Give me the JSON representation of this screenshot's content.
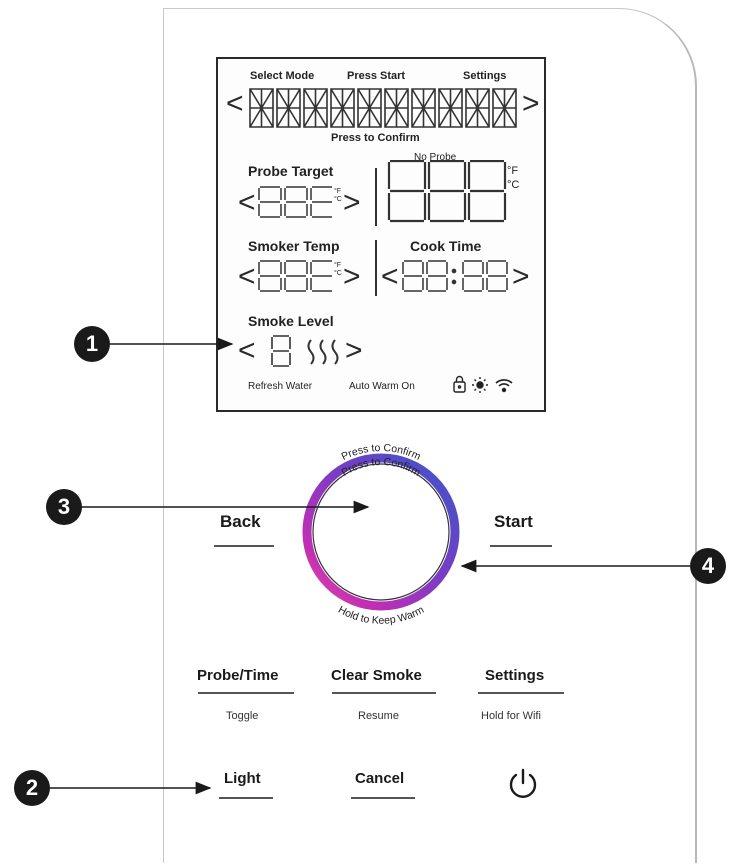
{
  "lcd": {
    "top_labels": [
      "Select Mode",
      "Press Start",
      "Settings"
    ],
    "press_to_confirm": "Press to Confirm",
    "no_probe": "No Probe",
    "unit_f": "°F",
    "unit_c": "°C",
    "probe_target": "Probe Target",
    "smoker_temp": "Smoker Temp",
    "cook_time": "Cook Time",
    "smoke_level": "Smoke Level",
    "refresh_water": "Refresh Water",
    "auto_warm_on": "Auto Warm On",
    "icons": [
      "lock-icon",
      "light-icon",
      "wifi-icon"
    ]
  },
  "dial": {
    "top_text": "Press to Confirm",
    "bottom_text": "Hold to Keep Warm",
    "colors": [
      "#5b5bd6",
      "#8a3fc7",
      "#c42fb4",
      "#e04aa8"
    ]
  },
  "buttons": {
    "back": "Back",
    "start": "Start",
    "probe_time": "Probe/Time",
    "probe_time_sub": "Toggle",
    "clear_smoke": "Clear Smoke",
    "clear_smoke_sub": "Resume",
    "settings": "Settings",
    "settings_sub": "Hold for Wifi",
    "light": "Light",
    "cancel": "Cancel",
    "power_icon": "power-icon"
  },
  "callouts": [
    "1",
    "2",
    "3",
    "4"
  ]
}
